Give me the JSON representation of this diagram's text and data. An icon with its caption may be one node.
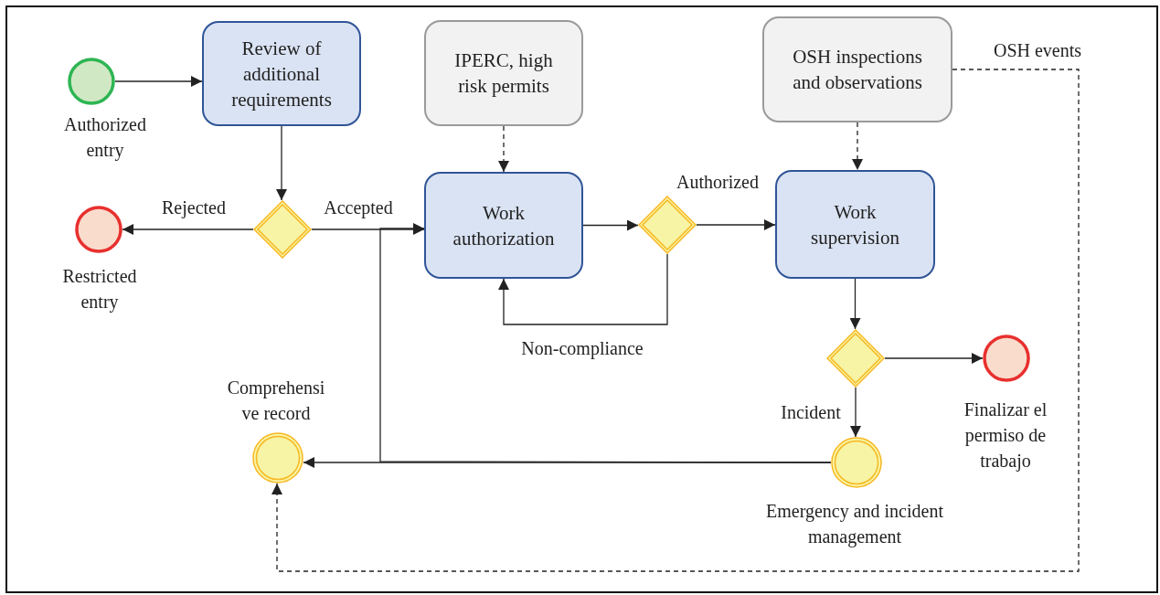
{
  "diagram": {
    "nodes": [
      {
        "text": [],
        "shape": "circle",
        "beside": [
          "Authorized entry"
        ]
      },
      {
        "text": [
          "Review of additional requirements"
        ]
      },
      {
        "text": [
          "IPERC, high risk permits"
        ]
      },
      {
        "text": [
          "OSH inspections and observations"
        ]
      },
      {
        "text": [],
        "shape": "diamond"
      },
      {
        "text": [],
        "shape": "circle",
        "beside": [
          "Restricted entry"
        ]
      },
      {
        "text": [
          "Work authorization"
        ]
      },
      {
        "text": [],
        "shape": "diamond"
      },
      {
        "text": [
          "Work supervision"
        ]
      },
      {
        "text": [],
        "shape": "diamond"
      },
      {
        "text": [],
        "shape": "circle",
        "beside": [
          "Finalizar el permiso de trabajo"
        ]
      },
      {
        "text": [],
        "shape": "circle",
        "beside": [
          "Emergency and incident management"
        ]
      },
      {
        "text": [],
        "shape": "circle",
        "beside": [
          "Comprehensi ve record"
        ]
      }
    ],
    "edges": [
      {
        "from": 0,
        "to": 1,
        "arrow": "to"
      },
      {
        "from": 1,
        "to": 4,
        "arrow": "to"
      },
      {
        "from": 4,
        "to": 5,
        "arrow": "to",
        "label": "Rejected"
      },
      {
        "from": 4,
        "to": 6,
        "arrow": "to",
        "label": "Accepted"
      },
      {
        "from": 2,
        "to": 6,
        "arrow": "to",
        "style": "dashed"
      },
      {
        "from": 6,
        "to": 7,
        "arrow": "to"
      },
      {
        "from": 7,
        "to": 8,
        "arrow": "to",
        "label": "Authorized"
      },
      {
        "from": 7,
        "to": 6,
        "arrow": "to",
        "label": "Non-compliance"
      },
      {
        "from": 3,
        "to": 8,
        "arrow": "to",
        "style": "dashed"
      },
      {
        "from": 8,
        "to": 9,
        "arrow": "to"
      },
      {
        "from": 9,
        "to": 10,
        "arrow": "to"
      },
      {
        "from": 9,
        "to": 11,
        "arrow": "to",
        "label": "Incident"
      },
      {
        "from": 11,
        "to": 12,
        "arrow": "to"
      },
      {
        "from": 11,
        "to": 6,
        "arrow": "to"
      },
      {
        "from": 3,
        "to": 12,
        "arrow": "to",
        "style": "dashed",
        "label": "OSH events"
      }
    ]
  }
}
